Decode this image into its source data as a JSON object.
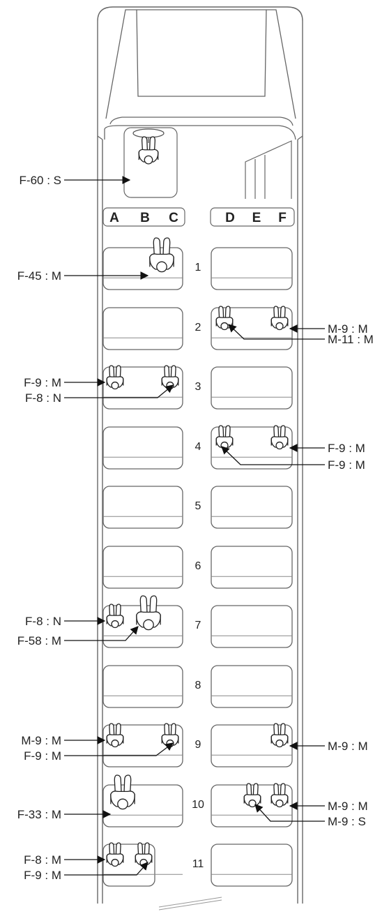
{
  "diagram": {
    "column_headers_left": [
      "A",
      "B",
      "C"
    ],
    "column_headers_right": [
      "D",
      "E",
      "F"
    ],
    "row_numbers": [
      "1",
      "2",
      "3",
      "4",
      "5",
      "6",
      "7",
      "8",
      "9",
      "10",
      "11"
    ],
    "labels": {
      "driver": "F-60 : S",
      "r1_left": "F-45 : M",
      "r2_right_outer": "M-9 : M",
      "r2_right_inner": "M-11 : M",
      "r3_left_outer": "F-9 : M",
      "r3_left_inner": "F-8 : N",
      "r4_right_outer": "F-9 : M",
      "r4_right_inner": "F-9 : M",
      "r7_left_outer": "F-8 : N",
      "r7_left_inner": "F-58 : M",
      "r9_left_outer": "M-9 : M",
      "r9_left_inner": "F-9 : M",
      "r9_right": "M-9 : M",
      "r10_left": "F-33 : M",
      "r10_right_outer": "M-9 : M",
      "r10_right_inner": "M-9 : S",
      "r11_left_outer": "F-8 : M",
      "r11_left_inner": "F-9 : M"
    }
  }
}
